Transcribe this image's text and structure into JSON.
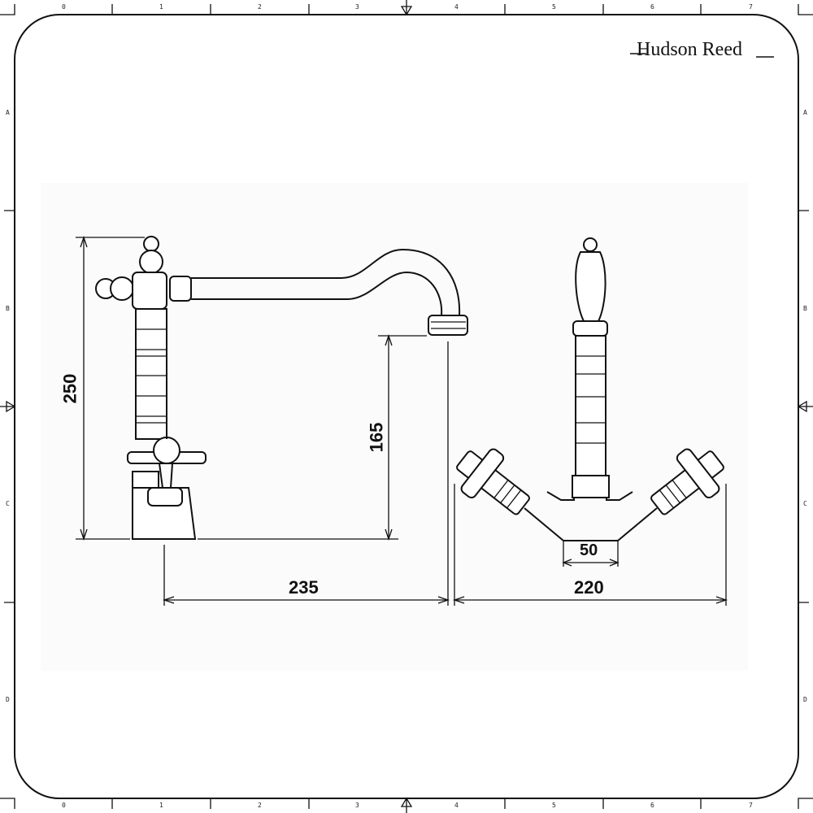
{
  "logo": {
    "text": "Hudson Reed"
  },
  "ruler": {
    "columns": [
      "0",
      "1",
      "2",
      "3",
      "4",
      "5",
      "6",
      "7"
    ],
    "rows": [
      "A",
      "B",
      "C",
      "D"
    ]
  },
  "dimensions": {
    "total_height": "250",
    "spout_height": "165",
    "spout_reach": "235",
    "handle_span": "220",
    "base_width": "50"
  }
}
